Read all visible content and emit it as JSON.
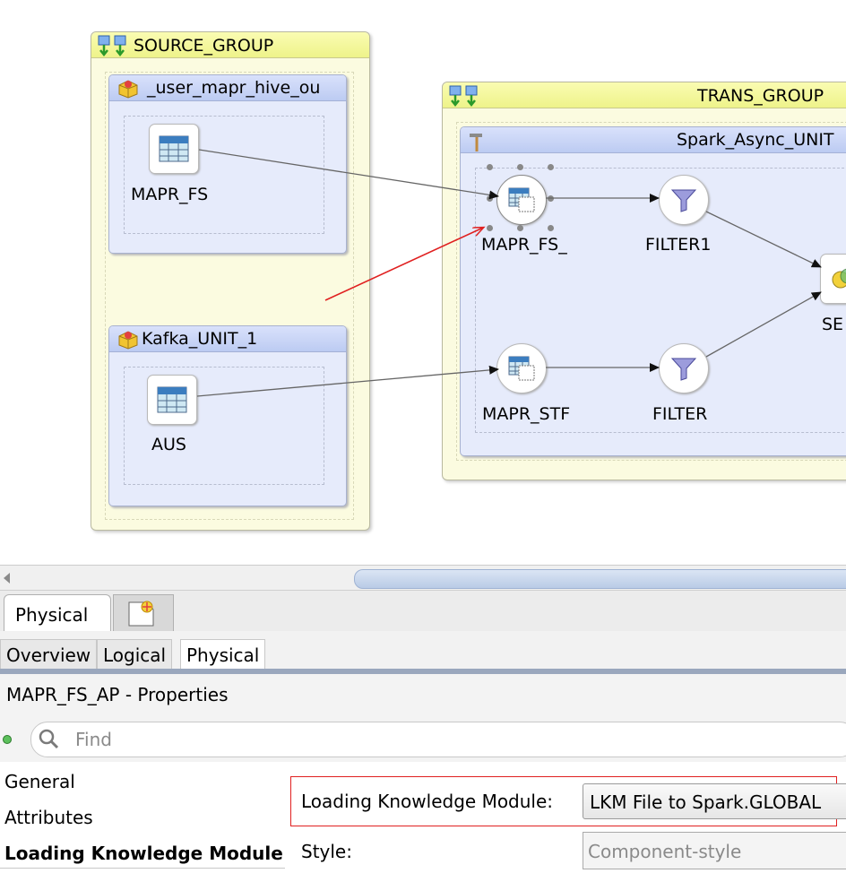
{
  "diagram": {
    "source_group": {
      "title": "SOURCE_GROUP",
      "units": [
        {
          "title": "_user_mapr_hive_ou",
          "node_label": "MAPR_FS"
        },
        {
          "title": "Kafka_UNIT_1",
          "node_label": "AUS"
        }
      ]
    },
    "trans_group": {
      "title": "TRANS_GROUP",
      "unit_title": "Spark_Async_UNIT",
      "nodes": {
        "ap1": "MAPR_FS_",
        "filter1": "FILTER1",
        "ap2": "MAPR_STF",
        "filter": "FILTER",
        "set": "SE"
      }
    }
  },
  "diagram_tabs": {
    "physical": "Physical"
  },
  "editor_tabs": [
    "Overview",
    "Logical",
    "Physical"
  ],
  "properties": {
    "title": "MAPR_FS_AP - Properties",
    "search_placeholder": "Find",
    "nav": [
      "General",
      "Attributes",
      "Loading Knowledge Module"
    ],
    "lkm_label": "Loading Knowledge Module:",
    "lkm_value": "LKM File to Spark.GLOBAL",
    "style_label": "Style:",
    "style_value": "Component-style"
  },
  "colors": {
    "group_header": "#eef38a",
    "unit_header": "#bccbf2",
    "highlight_red": "#e02020"
  }
}
